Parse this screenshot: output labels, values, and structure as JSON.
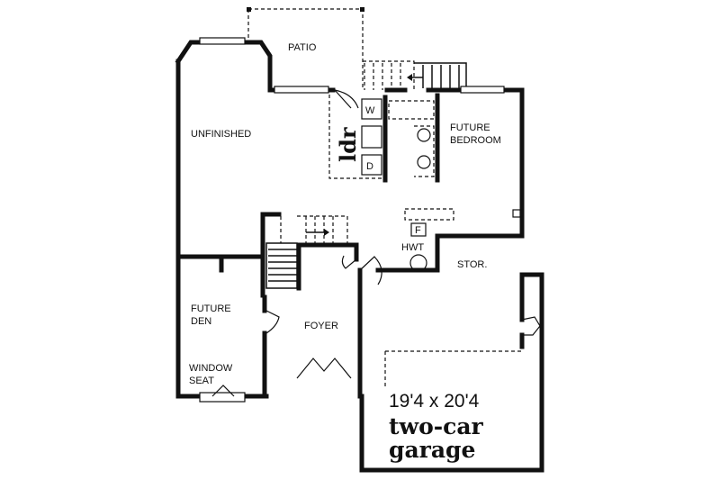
{
  "rooms": {
    "patio": "PATIO",
    "unfinished": "UNFINISHED",
    "laundry": "ldr",
    "washer": "W",
    "dryer": "D",
    "future_bedroom_line1": "FUTURE",
    "future_bedroom_line2": "BEDROOM",
    "furnace": "F",
    "hwt": "HWT",
    "stor": "STOR.",
    "future_den_line1": "FUTURE",
    "future_den_line2": "DEN",
    "foyer": "FOYER",
    "window_seat_line1": "WINDOW",
    "window_seat_line2": "SEAT"
  },
  "garage": {
    "dimensions": "19'4 x 20'4",
    "name_line1": "two-car",
    "name_line2": "garage"
  }
}
